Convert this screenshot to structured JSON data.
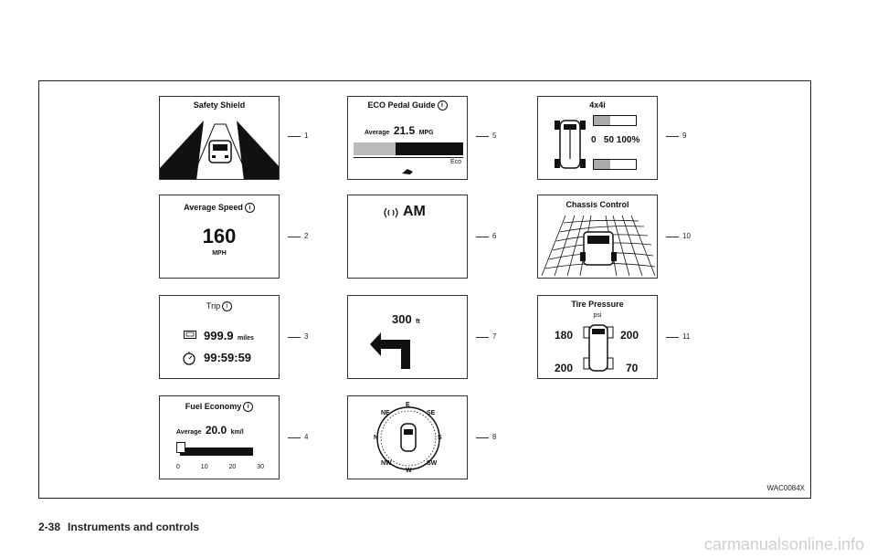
{
  "panels": {
    "p1": {
      "title": "Safety Shield",
      "callout": "1"
    },
    "p2": {
      "title": "Average Speed",
      "value": "160",
      "unit": "MPH",
      "callout": "2"
    },
    "p3": {
      "title": "Trip",
      "distance": "999.9",
      "distance_unit": "miles",
      "time": "99:59:59",
      "callout": "3"
    },
    "p4": {
      "title": "Fuel Economy",
      "avg_label": "Average",
      "value": "20.0",
      "unit": "km/l",
      "scale": [
        "0",
        "10",
        "20",
        "30"
      ],
      "bar_level": 0.1,
      "callout": "4"
    },
    "p5": {
      "title": "ECO Pedal Guide",
      "avg_label": "Average",
      "value": "21.5",
      "unit": "MPG",
      "eco_label": "Eco",
      "callout": "5"
    },
    "p6": {
      "title": "AM",
      "callout": "6"
    },
    "p7": {
      "distance": "300",
      "unit": "ft",
      "callout": "7"
    },
    "p8": {
      "labels": [
        "E",
        "SE",
        "S",
        "SW",
        "W",
        "NW",
        "N",
        "NE"
      ],
      "callout": "8"
    },
    "p9": {
      "title": "4x4i",
      "scale": "0   50 100%",
      "callout": "9"
    },
    "p10": {
      "title": "Chassis Control",
      "callout": "10"
    },
    "p11": {
      "title": "Tire Pressure",
      "unit": "psi",
      "fl": "180",
      "fr": "200",
      "rl": "200",
      "rr": "70",
      "callout": "11"
    }
  },
  "figure_code": "WAC0084X",
  "footer": {
    "page": "2-38",
    "section": "Instruments and controls"
  },
  "watermark": "carmanualsonline.info"
}
